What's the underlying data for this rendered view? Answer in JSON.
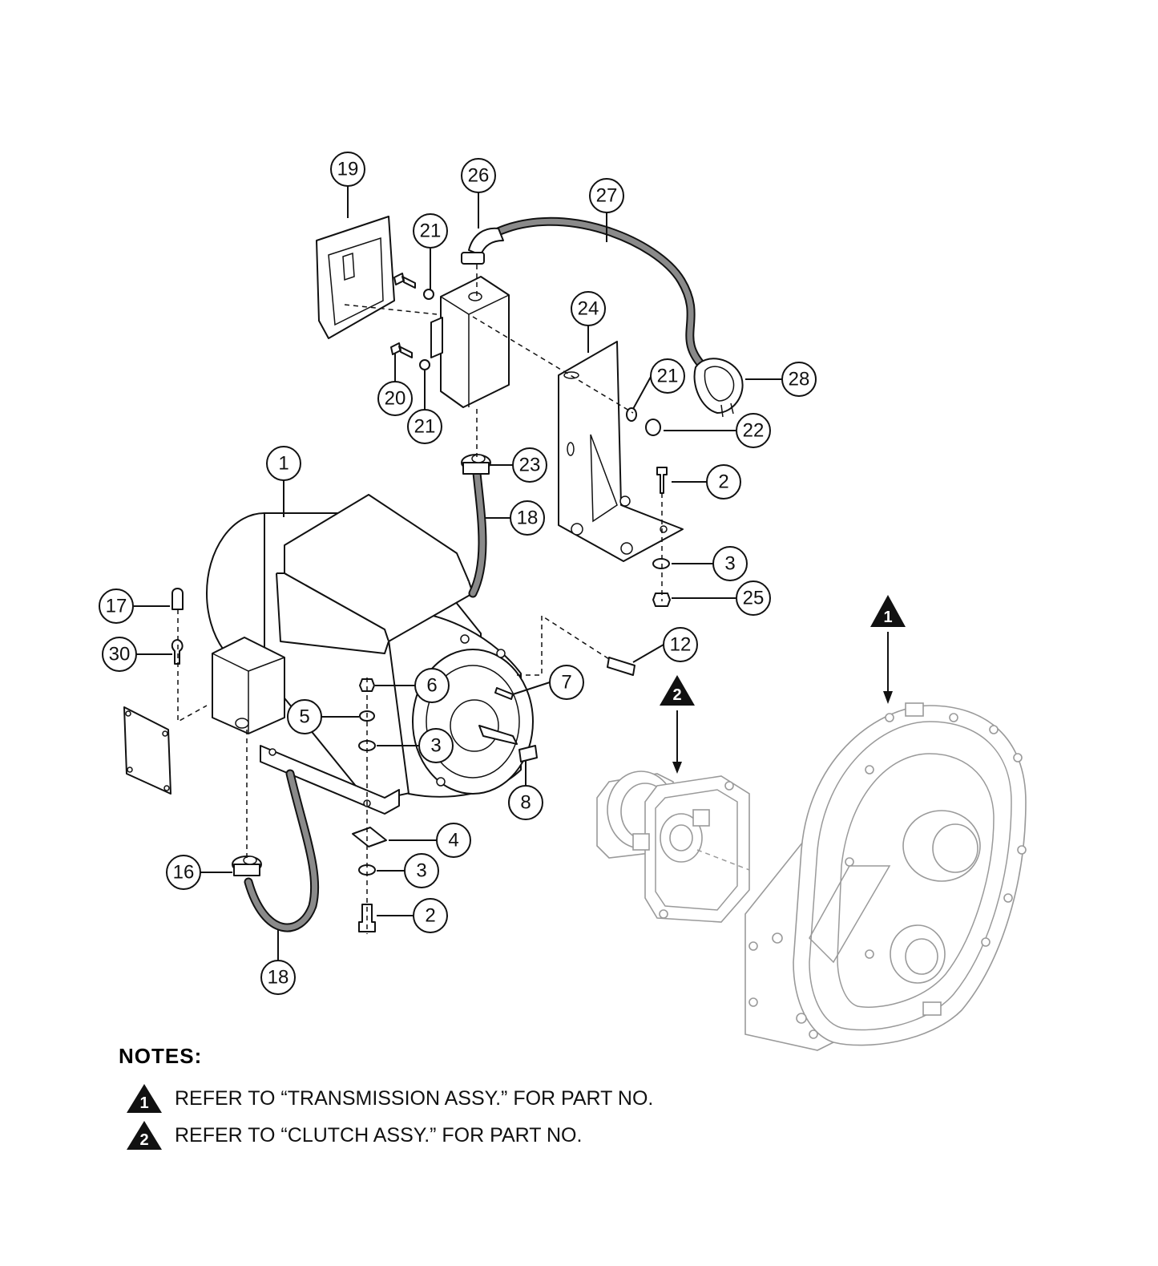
{
  "callouts": [
    {
      "id": "c19",
      "num": "19"
    },
    {
      "id": "c26",
      "num": "26"
    },
    {
      "id": "c27",
      "num": "27"
    },
    {
      "id": "c21a",
      "num": "21"
    },
    {
      "id": "c24",
      "num": "24"
    },
    {
      "id": "c21b",
      "num": "21"
    },
    {
      "id": "c28",
      "num": "28"
    },
    {
      "id": "c20",
      "num": "20"
    },
    {
      "id": "c21c",
      "num": "21"
    },
    {
      "id": "c22",
      "num": "22"
    },
    {
      "id": "c1",
      "num": "1"
    },
    {
      "id": "c23",
      "num": "23"
    },
    {
      "id": "c2a",
      "num": "2"
    },
    {
      "id": "c18a",
      "num": "18"
    },
    {
      "id": "c3a",
      "num": "3"
    },
    {
      "id": "c25",
      "num": "25"
    },
    {
      "id": "c17",
      "num": "17"
    },
    {
      "id": "c12",
      "num": "12"
    },
    {
      "id": "c30",
      "num": "30"
    },
    {
      "id": "c6",
      "num": "6"
    },
    {
      "id": "c7",
      "num": "7"
    },
    {
      "id": "c5",
      "num": "5"
    },
    {
      "id": "c3b",
      "num": "3"
    },
    {
      "id": "c8",
      "num": "8"
    },
    {
      "id": "c4",
      "num": "4"
    },
    {
      "id": "c16",
      "num": "16"
    },
    {
      "id": "c3c",
      "num": "3"
    },
    {
      "id": "c2b",
      "num": "2"
    },
    {
      "id": "c18b",
      "num": "18"
    }
  ],
  "markers": {
    "transmission": "1",
    "clutch": "2"
  },
  "notes": {
    "title": "NOTES:",
    "items": [
      {
        "marker": "1",
        "text": "REFER TO “TRANSMISSION ASSY.” FOR PART NO."
      },
      {
        "marker": "2",
        "text": "REFER TO “CLUTCH ASSY.” FOR PART NO."
      }
    ]
  }
}
